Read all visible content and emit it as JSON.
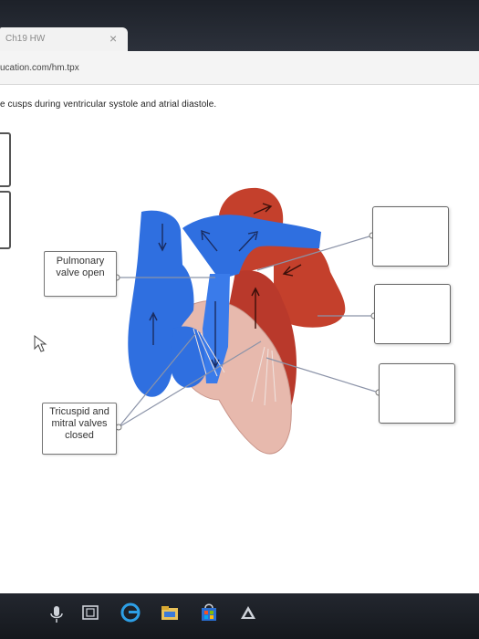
{
  "browser": {
    "tab_title": "Ch19 HW",
    "tab_close": "×",
    "url": "ucation.com/hm.tpx"
  },
  "question": {
    "text": "e cusps during ventricular systole and atrial diastole."
  },
  "labels": {
    "pulmonary_line1": "Pulmonary",
    "pulmonary_line2": "valve open",
    "tricuspid_line1": "Tricuspid and",
    "tricuspid_line2": "mitral valves",
    "tricuspid_line3": "closed"
  },
  "colors": {
    "blood_blue": "#2f6fe0",
    "blood_red": "#c4402c",
    "muscle_pink": "#e7b9ad"
  },
  "taskbar": {
    "icons": [
      "microphone-icon",
      "task-view-icon",
      "edge-browser-icon",
      "file-explorer-icon",
      "store-icon",
      "app-icon"
    ]
  }
}
